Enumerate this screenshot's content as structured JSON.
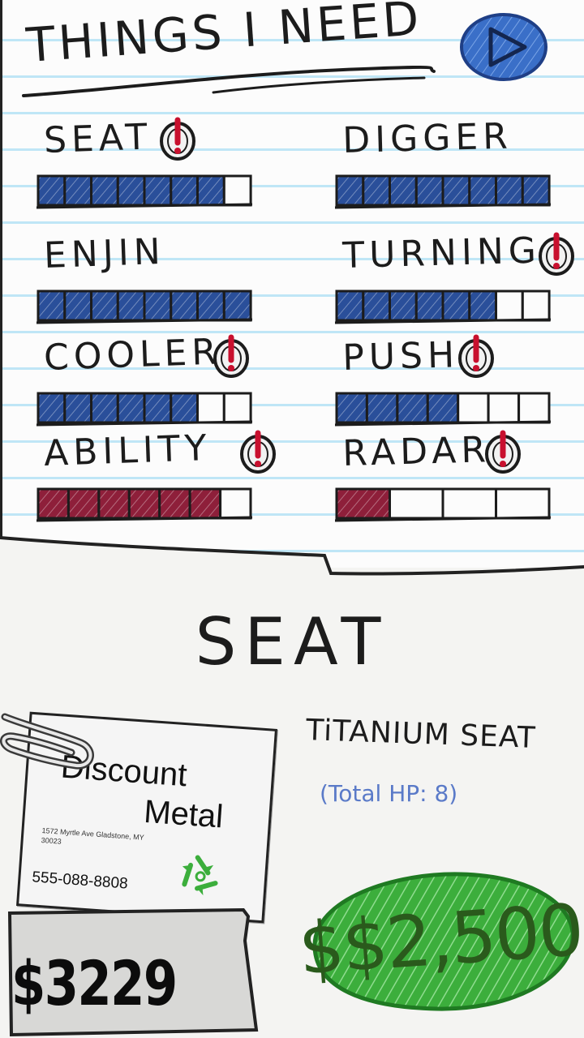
{
  "header": {
    "title": "THINGS I NEED"
  },
  "items": [
    {
      "label": "SEAT",
      "filled": 7,
      "total": 8,
      "color": "#2a4f9a",
      "warning": true,
      "column": "left",
      "row": 0
    },
    {
      "label": "DIGGER",
      "filled": 8,
      "total": 8,
      "color": "#2a4f9a",
      "warning": false,
      "column": "right",
      "row": 0
    },
    {
      "label": "ENJIN",
      "filled": 8,
      "total": 8,
      "color": "#2a4f9a",
      "warning": false,
      "column": "left",
      "row": 1
    },
    {
      "label": "TURNING",
      "filled": 6,
      "total": 8,
      "color": "#2a4f9a",
      "warning": true,
      "column": "right",
      "row": 1
    },
    {
      "label": "COOLER",
      "filled": 6,
      "total": 8,
      "color": "#2a4f9a",
      "warning": true,
      "column": "left",
      "row": 2
    },
    {
      "label": "PUSH",
      "filled": 4,
      "total": 7,
      "color": "#2a4f9a",
      "warning": true,
      "column": "right",
      "row": 2
    },
    {
      "label": "ABILITY",
      "filled": 6,
      "total": 7,
      "color": "#8e1f3a",
      "warning": true,
      "column": "left",
      "row": 3
    },
    {
      "label": "RADAR",
      "filled": 1,
      "total": 4,
      "color": "#8e1f3a",
      "warning": true,
      "column": "right",
      "row": 3
    }
  ],
  "selected": {
    "title": "SEAT",
    "part_name": "TiTANIUM SEAT",
    "hp_text": "(Total HP: 8)",
    "price": "$$2,500",
    "price_color": "#3cae3c"
  },
  "vendor_card": {
    "name_line1": "Discount",
    "name_line2": "Metal",
    "address": "1572 Myrtle Ave Gladstone, MY 30023",
    "phone": "555-088-8808",
    "logo_icon": "recycle-icon",
    "logo_color": "#3cae3c"
  },
  "wallet": {
    "money": "$3229"
  },
  "colors": {
    "blue_fill": "#2a4f9a",
    "red_fill": "#8e1f3a",
    "play_button": "#3a6fc8",
    "warning_red": "#c8102e"
  }
}
